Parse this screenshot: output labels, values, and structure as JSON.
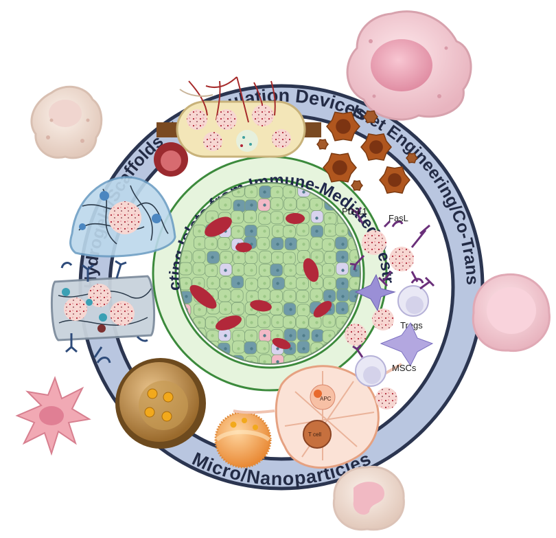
{
  "outer_ring": {
    "top": "Encapsulation Devices",
    "right": "Islet Engineering/Co-Transplantation",
    "bottom": "Micro/Nanoparticles",
    "left": "Hydrogels/Scaffolds"
  },
  "inner_ring": {
    "title": "Protecting Islets from Immune-Mediated Destruction"
  },
  "labels": {
    "pdl1": "PD-L1",
    "fasl": "FasL",
    "tregs": "Tregs",
    "mscs": "MSCs",
    "apc": "APC",
    "tcell": "T cell"
  },
  "colors": {
    "ring_fill": "#b9c6e0",
    "ring_stroke": "#2b3550",
    "inner_ring_fill": "#e6f4dd",
    "inner_ring_stroke": "#3c8a3c",
    "islet_green": "#b9dca2",
    "islet_blue": "#6f9aa8",
    "islet_red": "#b2283a",
    "islet_pink": "#f2b9c6"
  }
}
